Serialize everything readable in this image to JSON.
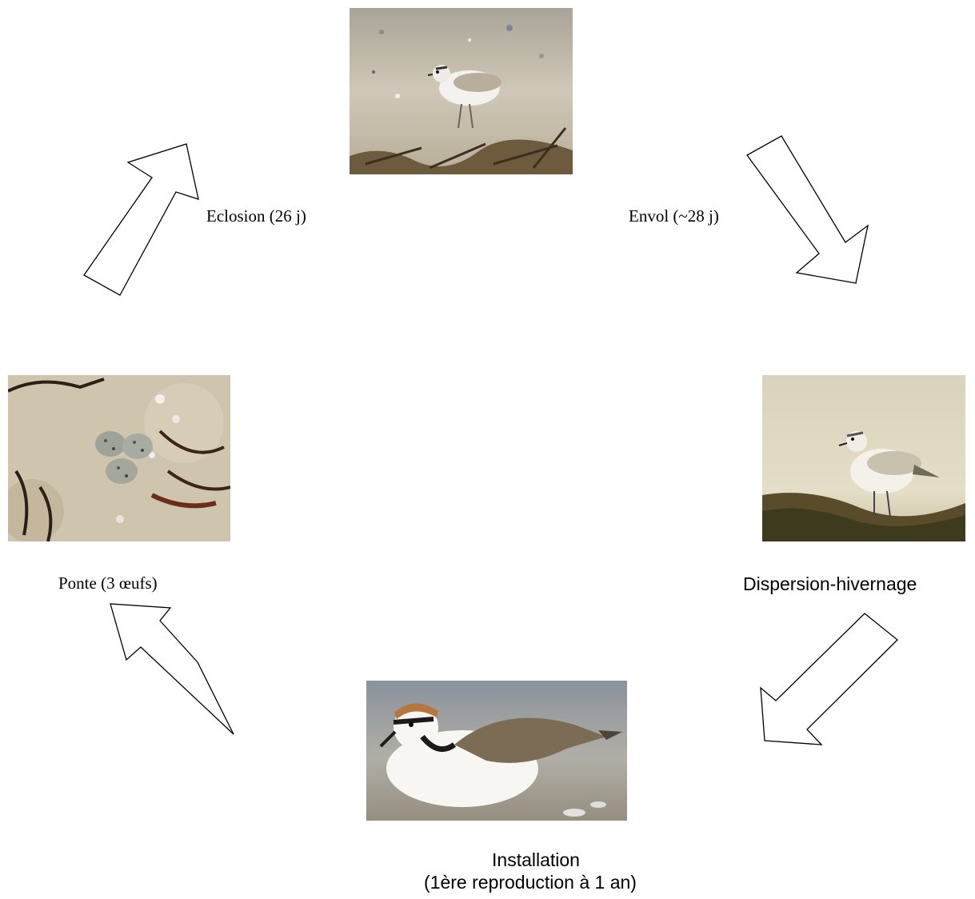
{
  "stages": {
    "hatching_photo": {
      "icon": "plover-chick-photo"
    },
    "flight_label": "Envol (~28 j)",
    "dispersion_photo": {
      "icon": "plover-standing-photo"
    },
    "dispersion_label": "Dispersion-hivernage",
    "installation_photo": {
      "icon": "plover-resting-photo"
    },
    "installation_label": "Installation",
    "installation_sublabel": "(1ère reproduction à 1 an)",
    "laying_photo": {
      "icon": "plover-eggs-photo"
    },
    "laying_label": "Ponte (3 œufs)",
    "hatching_label": "Eclosion (26 j)"
  },
  "colors": {
    "arrow_stroke": "#000000",
    "arrow_fill": "#ffffff",
    "sand": "#c9c0ae"
  }
}
